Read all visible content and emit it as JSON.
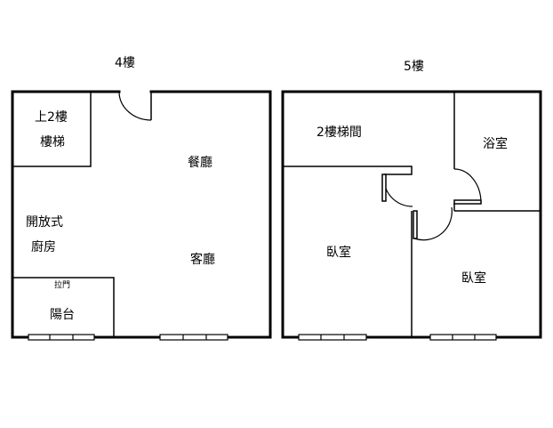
{
  "floors": {
    "floor4": {
      "title": "4樓",
      "rooms": {
        "stair_up": "上2樓",
        "stair": "樓梯",
        "dining": "餐廳",
        "kitchen_1": "開放式",
        "kitchen_2": "廚房",
        "living": "客廳",
        "sliding_door": "拉門",
        "balcony": "陽台"
      }
    },
    "floor5": {
      "title": "5樓",
      "rooms": {
        "stairwell": "2樓梯間",
        "bathroom": "浴室",
        "bedroom_left": "臥室",
        "bedroom_right": "臥室"
      }
    }
  }
}
